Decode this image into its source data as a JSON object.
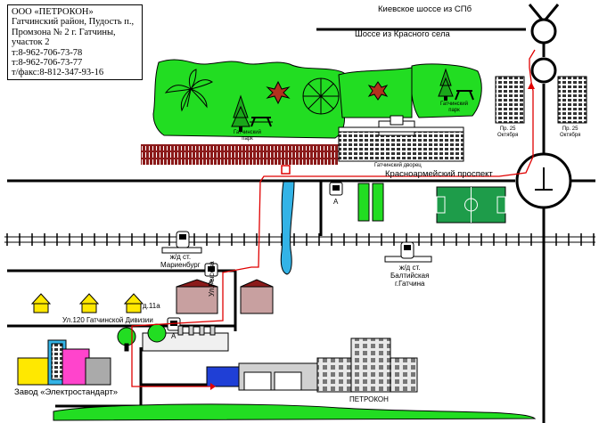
{
  "company": {
    "name": "ООО «ПЕТРОКОН»",
    "address": [
      "Гатчинский район, Пудость п.,",
      "Промзона № 2 г. Гатчины,",
      "участок 2"
    ],
    "phones": [
      "т:8-962-706-73-78",
      "т:8-962-706-73-77",
      "т/факс:8-812-347-93-16"
    ]
  },
  "labels": {
    "kiev_highway": "Киевское шоссе из СПб",
    "krasnoe_highway": "Шоссе из Красного села",
    "park_left": "Гатчинский\nпарк",
    "park_right": "Гатчинский\nпарк",
    "palace": "Гатчинский дворец",
    "prospect": "Красноармейский проспект",
    "bus_a": "А",
    "station_marienburg": "ж/д ст.\nМариенбург",
    "station_baltiyskaya": "ж/д ст.\nБалтийская\nг.Гатчина",
    "pr25_left": "Пр. 25\nОктября",
    "pr25_right": "Пр. 25\nОктября",
    "street_120": "Ул.120 Гатчинской Дивизии",
    "house_11a": "д.11а",
    "street_ryseva": "Ул.Рысева",
    "factory": "Завод «Электростандарт»",
    "petrokon": "ПЕТРОКОН"
  },
  "colors": {
    "route": "#e00000",
    "tree_green": "#22dd22",
    "water": "#33b3e6",
    "field": "#1e9c4a",
    "fence": "#8b1a1a",
    "destination_blue": "#1f3fd6"
  },
  "icons": [
    "bus-stop-icon",
    "train-station-icon",
    "traffic-light-icon",
    "house-icon",
    "tree-icon",
    "picnic-table-icon",
    "building-icon",
    "factory-icon"
  ]
}
